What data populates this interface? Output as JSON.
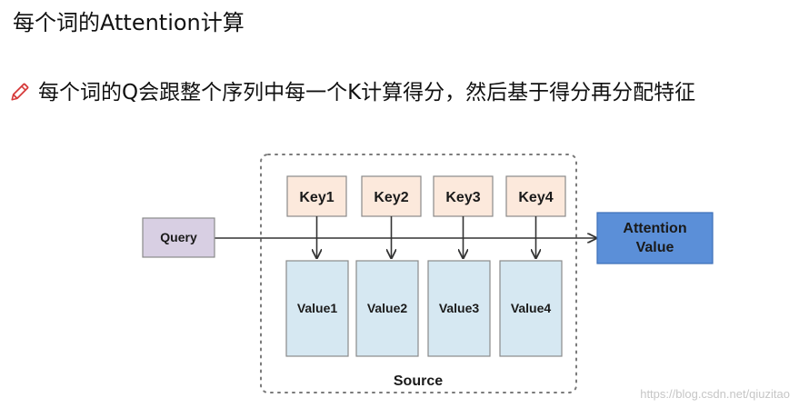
{
  "title": "每个词的Attention计算",
  "bullet": {
    "icon": "pencil-icon",
    "text": "每个词的Q会跟整个序列中每一个K计算得分，然后基于得分再分配特征"
  },
  "diagram": {
    "query_label": "Query",
    "keys": [
      "Key1",
      "Key2",
      "Key3",
      "Key4"
    ],
    "values": [
      "Value1",
      "Value2",
      "Value3",
      "Value4"
    ],
    "source_label": "Source",
    "output_label_line1": "Attention",
    "output_label_line2": "Value",
    "colors": {
      "query_fill": "#d8cfe3",
      "key_fill": "#fce9dc",
      "value_fill": "#d6e8f2",
      "output_fill": "#5b8fd8",
      "line": "#333333",
      "border": "#7a7a7a"
    }
  },
  "watermark": "https://blog.csdn.net/qiuzitao"
}
